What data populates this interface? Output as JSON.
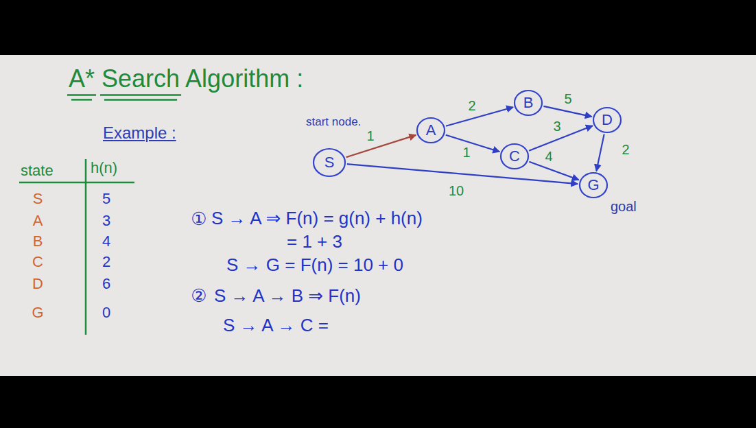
{
  "diagram": {
    "title": "A* Search Algorithm :",
    "nodes": [
      {
        "text": [
          "S"
        ]
      },
      {
        "text": [
          "A"
        ]
      },
      {
        "text": [
          "B"
        ]
      },
      {
        "text": [
          "C"
        ]
      },
      {
        "text": [
          "D"
        ]
      },
      {
        "text": [
          "G"
        ]
      }
    ],
    "edges": [
      {
        "from": 0,
        "to": 1,
        "arrow": "to",
        "label": "1"
      },
      {
        "from": 1,
        "to": 2,
        "arrow": "to",
        "label": "2"
      },
      {
        "from": 1,
        "to": 3,
        "arrow": "to",
        "label": "1"
      },
      {
        "from": 2,
        "to": 4,
        "arrow": "to",
        "label": "5"
      },
      {
        "from": 3,
        "to": 4,
        "arrow": "to",
        "label": "3"
      },
      {
        "from": 3,
        "to": 5,
        "arrow": "to",
        "label": "4"
      },
      {
        "from": 4,
        "to": 5,
        "arrow": "to",
        "label": "2"
      },
      {
        "from": 0,
        "to": 5,
        "arrow": "to",
        "label": "10"
      }
    ],
    "labels": [
      "Example :",
      "state",
      "h(n)",
      "S",
      "5",
      "A",
      "3",
      "B",
      "4",
      "C",
      "2",
      "D",
      "6",
      "G",
      "0",
      "start node.",
      "goal",
      "①",
      "S → A ⇒ F(n) = g(n) + h(n)",
      "= 1 + 3",
      "S → G = F(n) = 10 + 0",
      "②",
      "S → A → B ⇒ F(n)",
      "S → A → C ="
    ]
  }
}
